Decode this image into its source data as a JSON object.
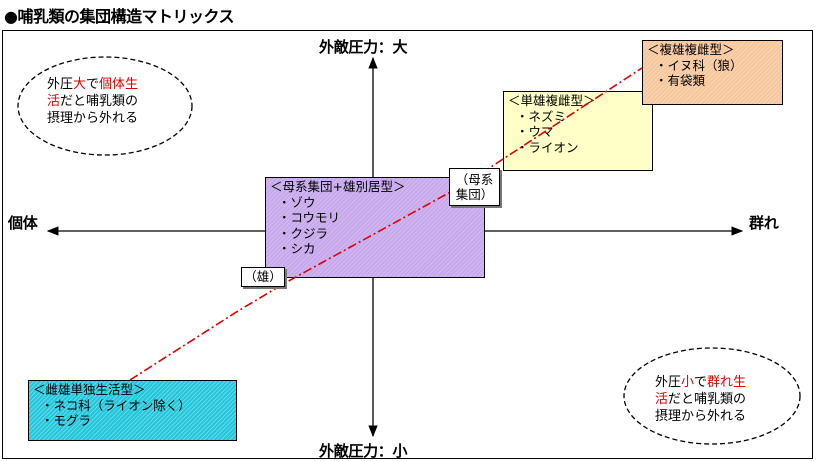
{
  "title": "●哺乳類の集団構造マトリックス",
  "axes": {
    "top": "外敵圧力：大",
    "bottom": "外敵圧力：小",
    "left": "個体",
    "right": "群れ"
  },
  "boxes": {
    "matrilineal": {
      "title": "＜母系集団+雄別居型＞",
      "items": [
        "・ゾウ",
        "・コウモリ",
        "・クジラ",
        "・シカ"
      ],
      "color": "#c7a8ec"
    },
    "single_male_multi_female": {
      "title": "＜単雄複雌型＞",
      "items": [
        "・ネズミ",
        "・ウマ",
        "・ライオン"
      ],
      "color": "#ffffc8"
    },
    "multi_male_multi_female": {
      "title": "＜複雄複雌型＞",
      "items": [
        "・イヌ科（狼）",
        "・有袋類"
      ],
      "color": "#f6c79c"
    },
    "solitary": {
      "title": "＜雌雄単独生活型＞",
      "items": [
        "・ネコ科（ライオン除く）",
        "・モグラ"
      ],
      "color": "#22c7dc"
    }
  },
  "tags": {
    "matrilineal_group": [
      "（母系",
      "集団）"
    ],
    "male": "（雄）"
  },
  "notes": {
    "top_left": {
      "line1_a": "外圧",
      "line1_b": "大",
      "line1_c": "で",
      "line1_d": "個体生",
      "line2_a": "活",
      "line2_b": "だと哺乳類の",
      "line3": "摂理から外れる"
    },
    "bottom_right": {
      "line1_a": "外圧",
      "line1_b": "小",
      "line1_c": "で",
      "line1_d": "群れ生",
      "line2_a": "活",
      "line2_b": "だと哺乳類の",
      "line3": "摂理から外れる"
    }
  },
  "colors": {
    "trend_line": "#e00000",
    "emphasis_text": "#e00000"
  }
}
